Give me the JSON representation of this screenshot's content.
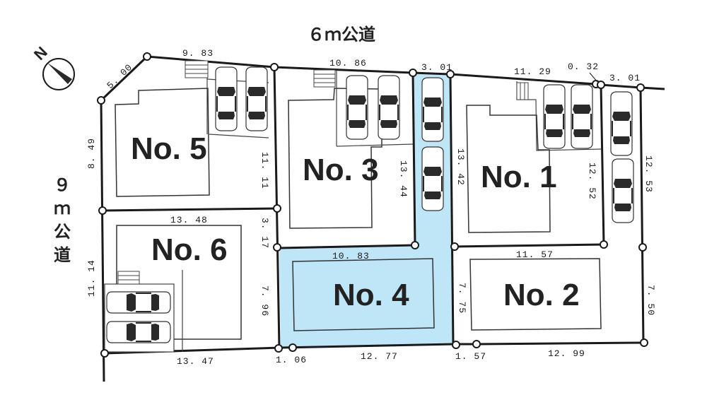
{
  "roads": {
    "north": "６ｍ公道",
    "west": [
      "９",
      "ｍ",
      "公",
      "道"
    ]
  },
  "compass": {
    "label": "N",
    "icon": "north-arrow-icon"
  },
  "colors": {
    "highlight": "#bfe6f7",
    "line": "#1a1a1a",
    "background": "#ffffff"
  },
  "lots": [
    {
      "id": "lot-1",
      "label": "No. 1",
      "highlighted": false
    },
    {
      "id": "lot-2",
      "label": "No. 2",
      "highlighted": false
    },
    {
      "id": "lot-3",
      "label": "No. 3",
      "highlighted": false
    },
    {
      "id": "lot-4",
      "label": "No. 4",
      "highlighted": true
    },
    {
      "id": "lot-5",
      "label": "No. 5",
      "highlighted": false
    },
    {
      "id": "lot-6",
      "label": "No. 6",
      "highlighted": false
    }
  ],
  "dimensions": {
    "lot5_corner": "5. 00",
    "lot5_north": "9. 83",
    "lot3_north": "10. 86",
    "driveway_north": "3. 01",
    "lot1_north": "11. 29",
    "offset_north": "0. 32",
    "east_strip_north": "3. 01",
    "lot5_west": "8. 49",
    "lot5_east": "11. 11",
    "lot3_east": "13. 44",
    "lot1_west": "13. 42",
    "lot1_east": "12. 52",
    "east_strip_east": "12. 53",
    "lot5_lot6_line": "13. 48",
    "lot6_upper_east": "3. 17",
    "lot4_north": "10. 83",
    "lot2_north": "11. 57",
    "lot6_west": "11. 14",
    "lot6_east": "7. 96",
    "lot4_east": "7. 75",
    "lot2_east": "7. 50",
    "lot6_south": "13. 47",
    "south_gap_left": "1. 06",
    "lot4_south": "12. 77",
    "south_gap_right": "1. 57",
    "lot2_south": "12. 99"
  }
}
